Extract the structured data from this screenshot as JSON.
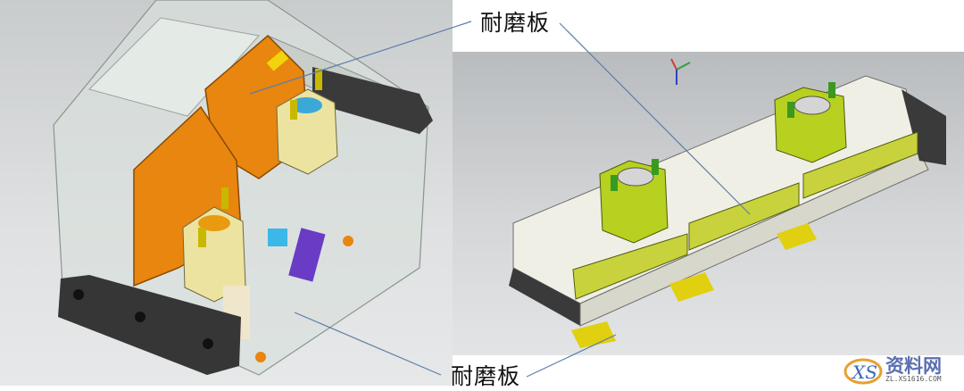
{
  "annotations": {
    "top_label": "耐磨板",
    "bottom_label": "耐磨板"
  },
  "watermark": {
    "logo_text": "XS",
    "name": "资料网",
    "url": "ZL.XS1616.COM"
  },
  "colors": {
    "wear_plate_left": "#e8860f",
    "wear_plate_right": "#c8d23c",
    "guide_block": "#ece3a0",
    "leader_line": "#5d7ea8"
  }
}
